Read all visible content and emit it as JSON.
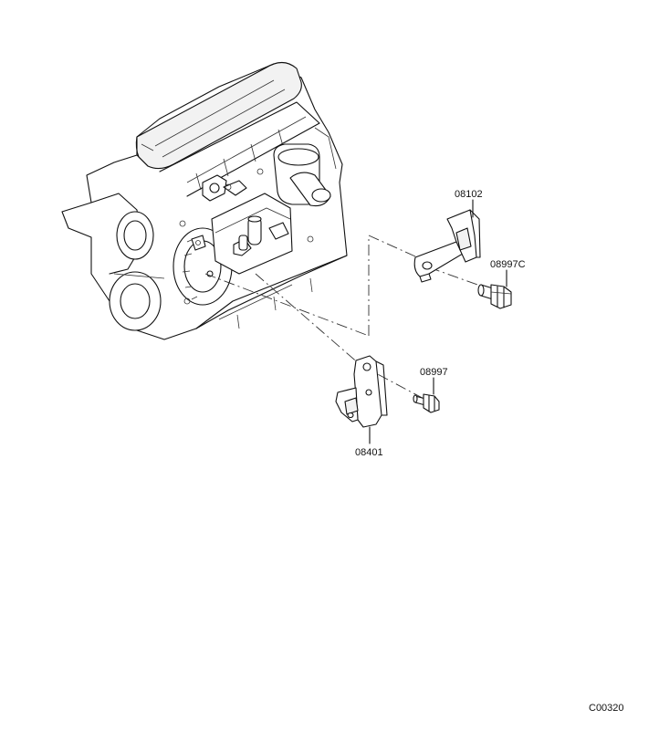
{
  "diagram": {
    "parts": [
      {
        "id": "p1",
        "number": "08102"
      },
      {
        "id": "p2",
        "number": "08997C"
      },
      {
        "id": "p3",
        "number": "08997"
      },
      {
        "id": "p4",
        "number": "08401"
      }
    ],
    "figure_code": "C00320"
  }
}
